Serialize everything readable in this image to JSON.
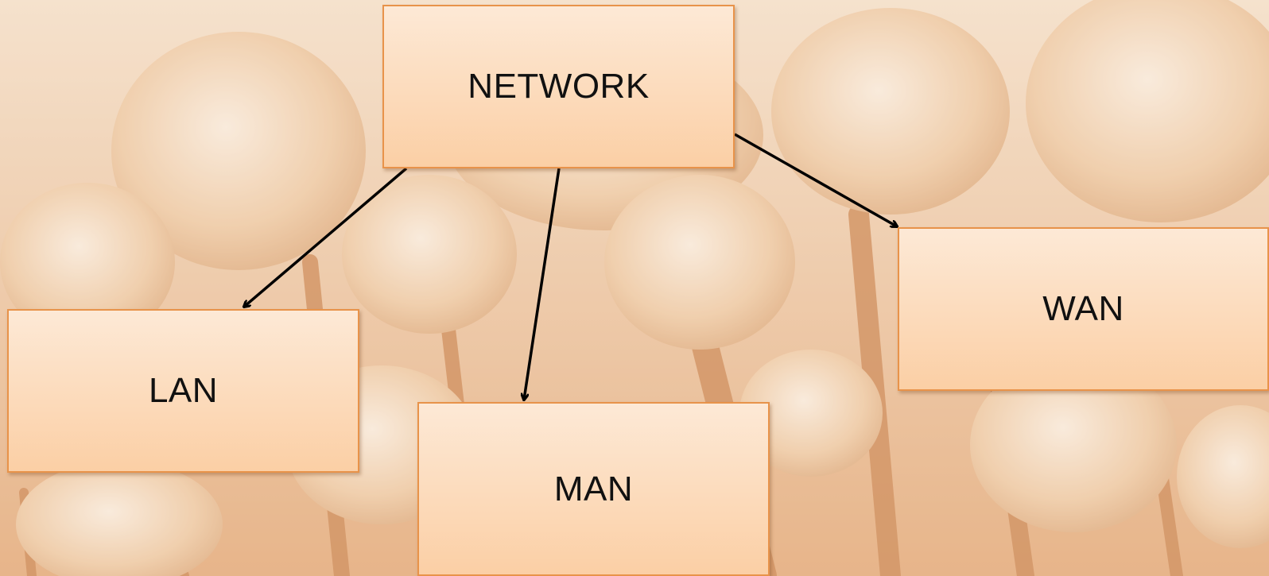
{
  "diagram": {
    "nodes": {
      "network": "NETWORK",
      "lan": "LAN",
      "man": "MAN",
      "wan": "WAN"
    },
    "edges": [
      {
        "from": "network",
        "to": "lan"
      },
      {
        "from": "network",
        "to": "man"
      },
      {
        "from": "network",
        "to": "wan"
      }
    ],
    "colors": {
      "box_top": "#fde9d6",
      "box_bottom": "#fbcfa5",
      "box_border": "#e8934a",
      "arrow": "#000000",
      "background": "#f3dcc4"
    }
  }
}
